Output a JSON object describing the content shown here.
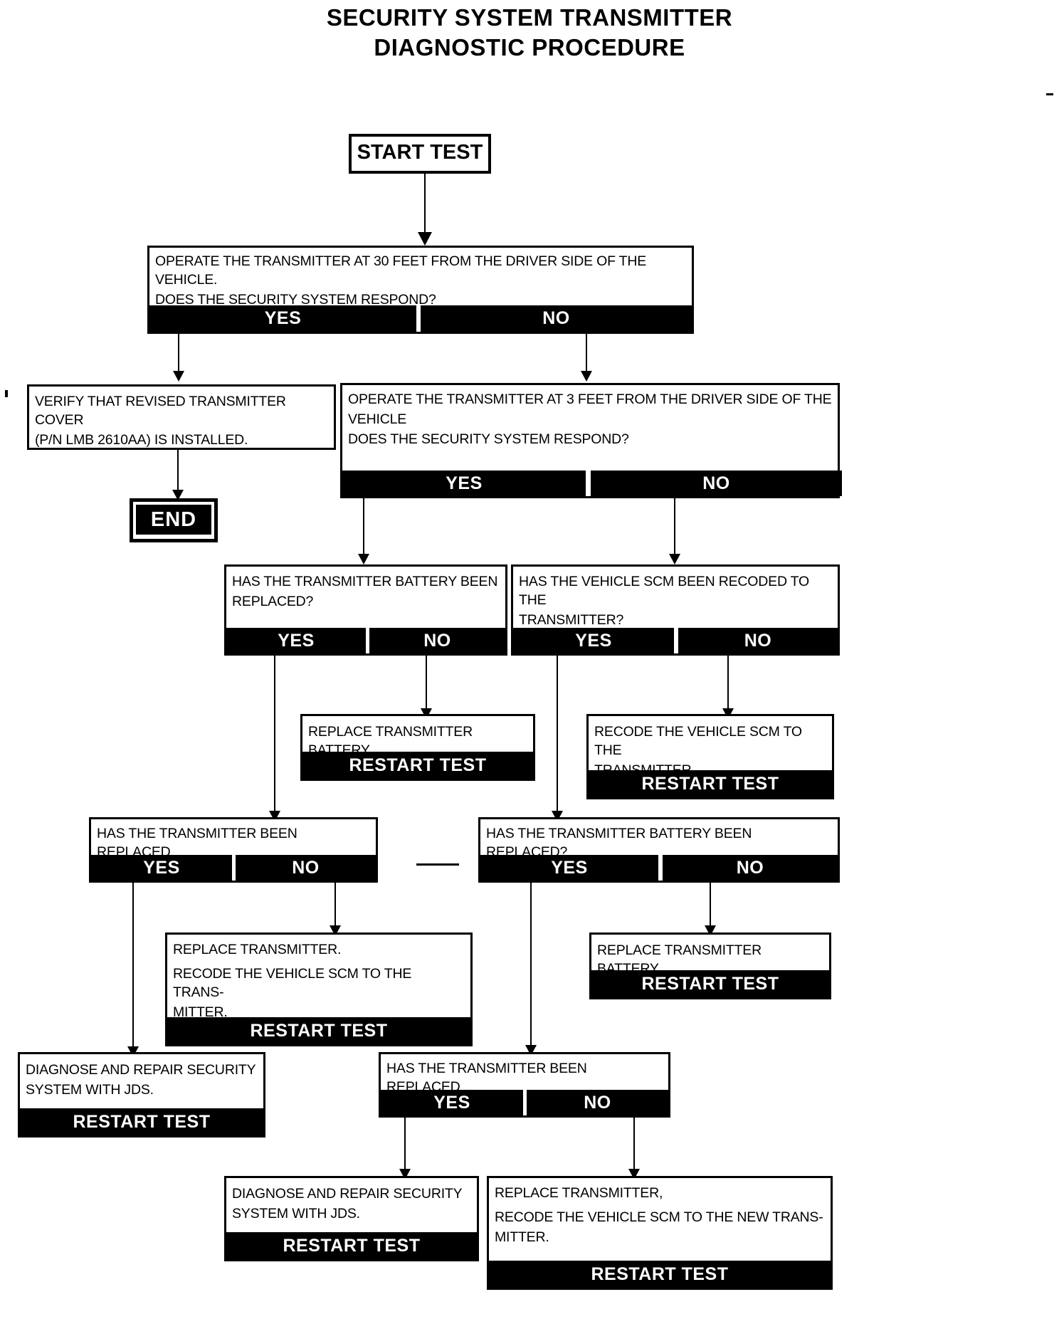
{
  "title": {
    "line1": "SECURITY SYSTEM TRANSMITTER",
    "line2": "DIAGNOSTIC PROCEDURE"
  },
  "labels": {
    "yes": "YES",
    "no": "NO",
    "restart": "RESTART TEST",
    "start": "START TEST",
    "end": "END"
  },
  "nodes": {
    "start": {
      "text": "START TEST"
    },
    "q1": {
      "line1": "OPERATE THE TRANSMITTER AT 30 FEET FROM THE DRIVER SIDE OF THE VEHICLE.",
      "line2": "DOES THE SECURITY SYSTEM RESPOND?",
      "yes": "YES",
      "no": "NO"
    },
    "a_verify": {
      "line1": "VERIFY THAT REVISED TRANSMITTER COVER",
      "line2": "(P/N LMB 2610AA) IS INSTALLED."
    },
    "end": {
      "text": "END"
    },
    "q2": {
      "line1": "OPERATE THE TRANSMITTER AT 3 FEET FROM THE DRIVER SIDE OF THE",
      "line2": "VEHICLE",
      "line3": "DOES THE SECURITY SYSTEM RESPOND?",
      "yes": "YES",
      "no": "NO"
    },
    "q3a": {
      "line1": "HAS THE TRANSMITTER BATTERY BEEN",
      "line2": "REPLACED?",
      "yes": "YES",
      "no": "NO"
    },
    "q3b": {
      "line1": "HAS THE VEHICLE SCM BEEN RECODED TO THE",
      "line2": "TRANSMITTER?",
      "yes": "YES",
      "no": "NO"
    },
    "a_replace_batt_1": {
      "line1": "REPLACE TRANSMITTER BATTERY.",
      "restart": "RESTART TEST"
    },
    "a_recode_scm": {
      "line1": "RECODE THE VEHICLE SCM TO THE",
      "line2": "TRANSMITTER.",
      "restart": "RESTART TEST"
    },
    "q4a": {
      "line1": "HAS THE TRANSMITTER BEEN REPLACED",
      "yes": "YES",
      "no": "NO"
    },
    "q4b": {
      "line1": "HAS THE TRANSMITTER BATTERY BEEN REPLACED?",
      "yes": "YES",
      "no": "NO"
    },
    "a_replace_tx_recode": {
      "line1": "REPLACE TRANSMITTER.",
      "line2": "RECODE THE VEHICLE SCM TO THE TRANS-",
      "line3": "MITTER.",
      "restart": "RESTART TEST"
    },
    "a_replace_batt_2": {
      "line1": "REPLACE TRANSMITTER BATTERY.",
      "restart": "RESTART TEST"
    },
    "a_diagnose_1": {
      "line1": "DIAGNOSE AND REPAIR SECURITY",
      "line2": "SYSTEM WITH JDS.",
      "restart": "RESTART TEST"
    },
    "q5": {
      "line1": "HAS THE TRANSMITTER BEEN REPLACED",
      "yes": "YES",
      "no": "NO"
    },
    "a_diagnose_2": {
      "line1": "DIAGNOSE AND REPAIR SECURITY",
      "line2": "SYSTEM WITH JDS.",
      "restart": "RESTART TEST"
    },
    "a_replace_tx_recode_new": {
      "line1": "REPLACE TRANSMITTER,",
      "line2": "RECODE THE VEHICLE SCM TO THE NEW TRANS-",
      "line3": "MITTER.",
      "restart": "RESTART TEST"
    }
  },
  "colors": {
    "ink": "#000000",
    "paper": "#ffffff",
    "bar_bg": "#000000",
    "bar_text": "#ffffff"
  }
}
